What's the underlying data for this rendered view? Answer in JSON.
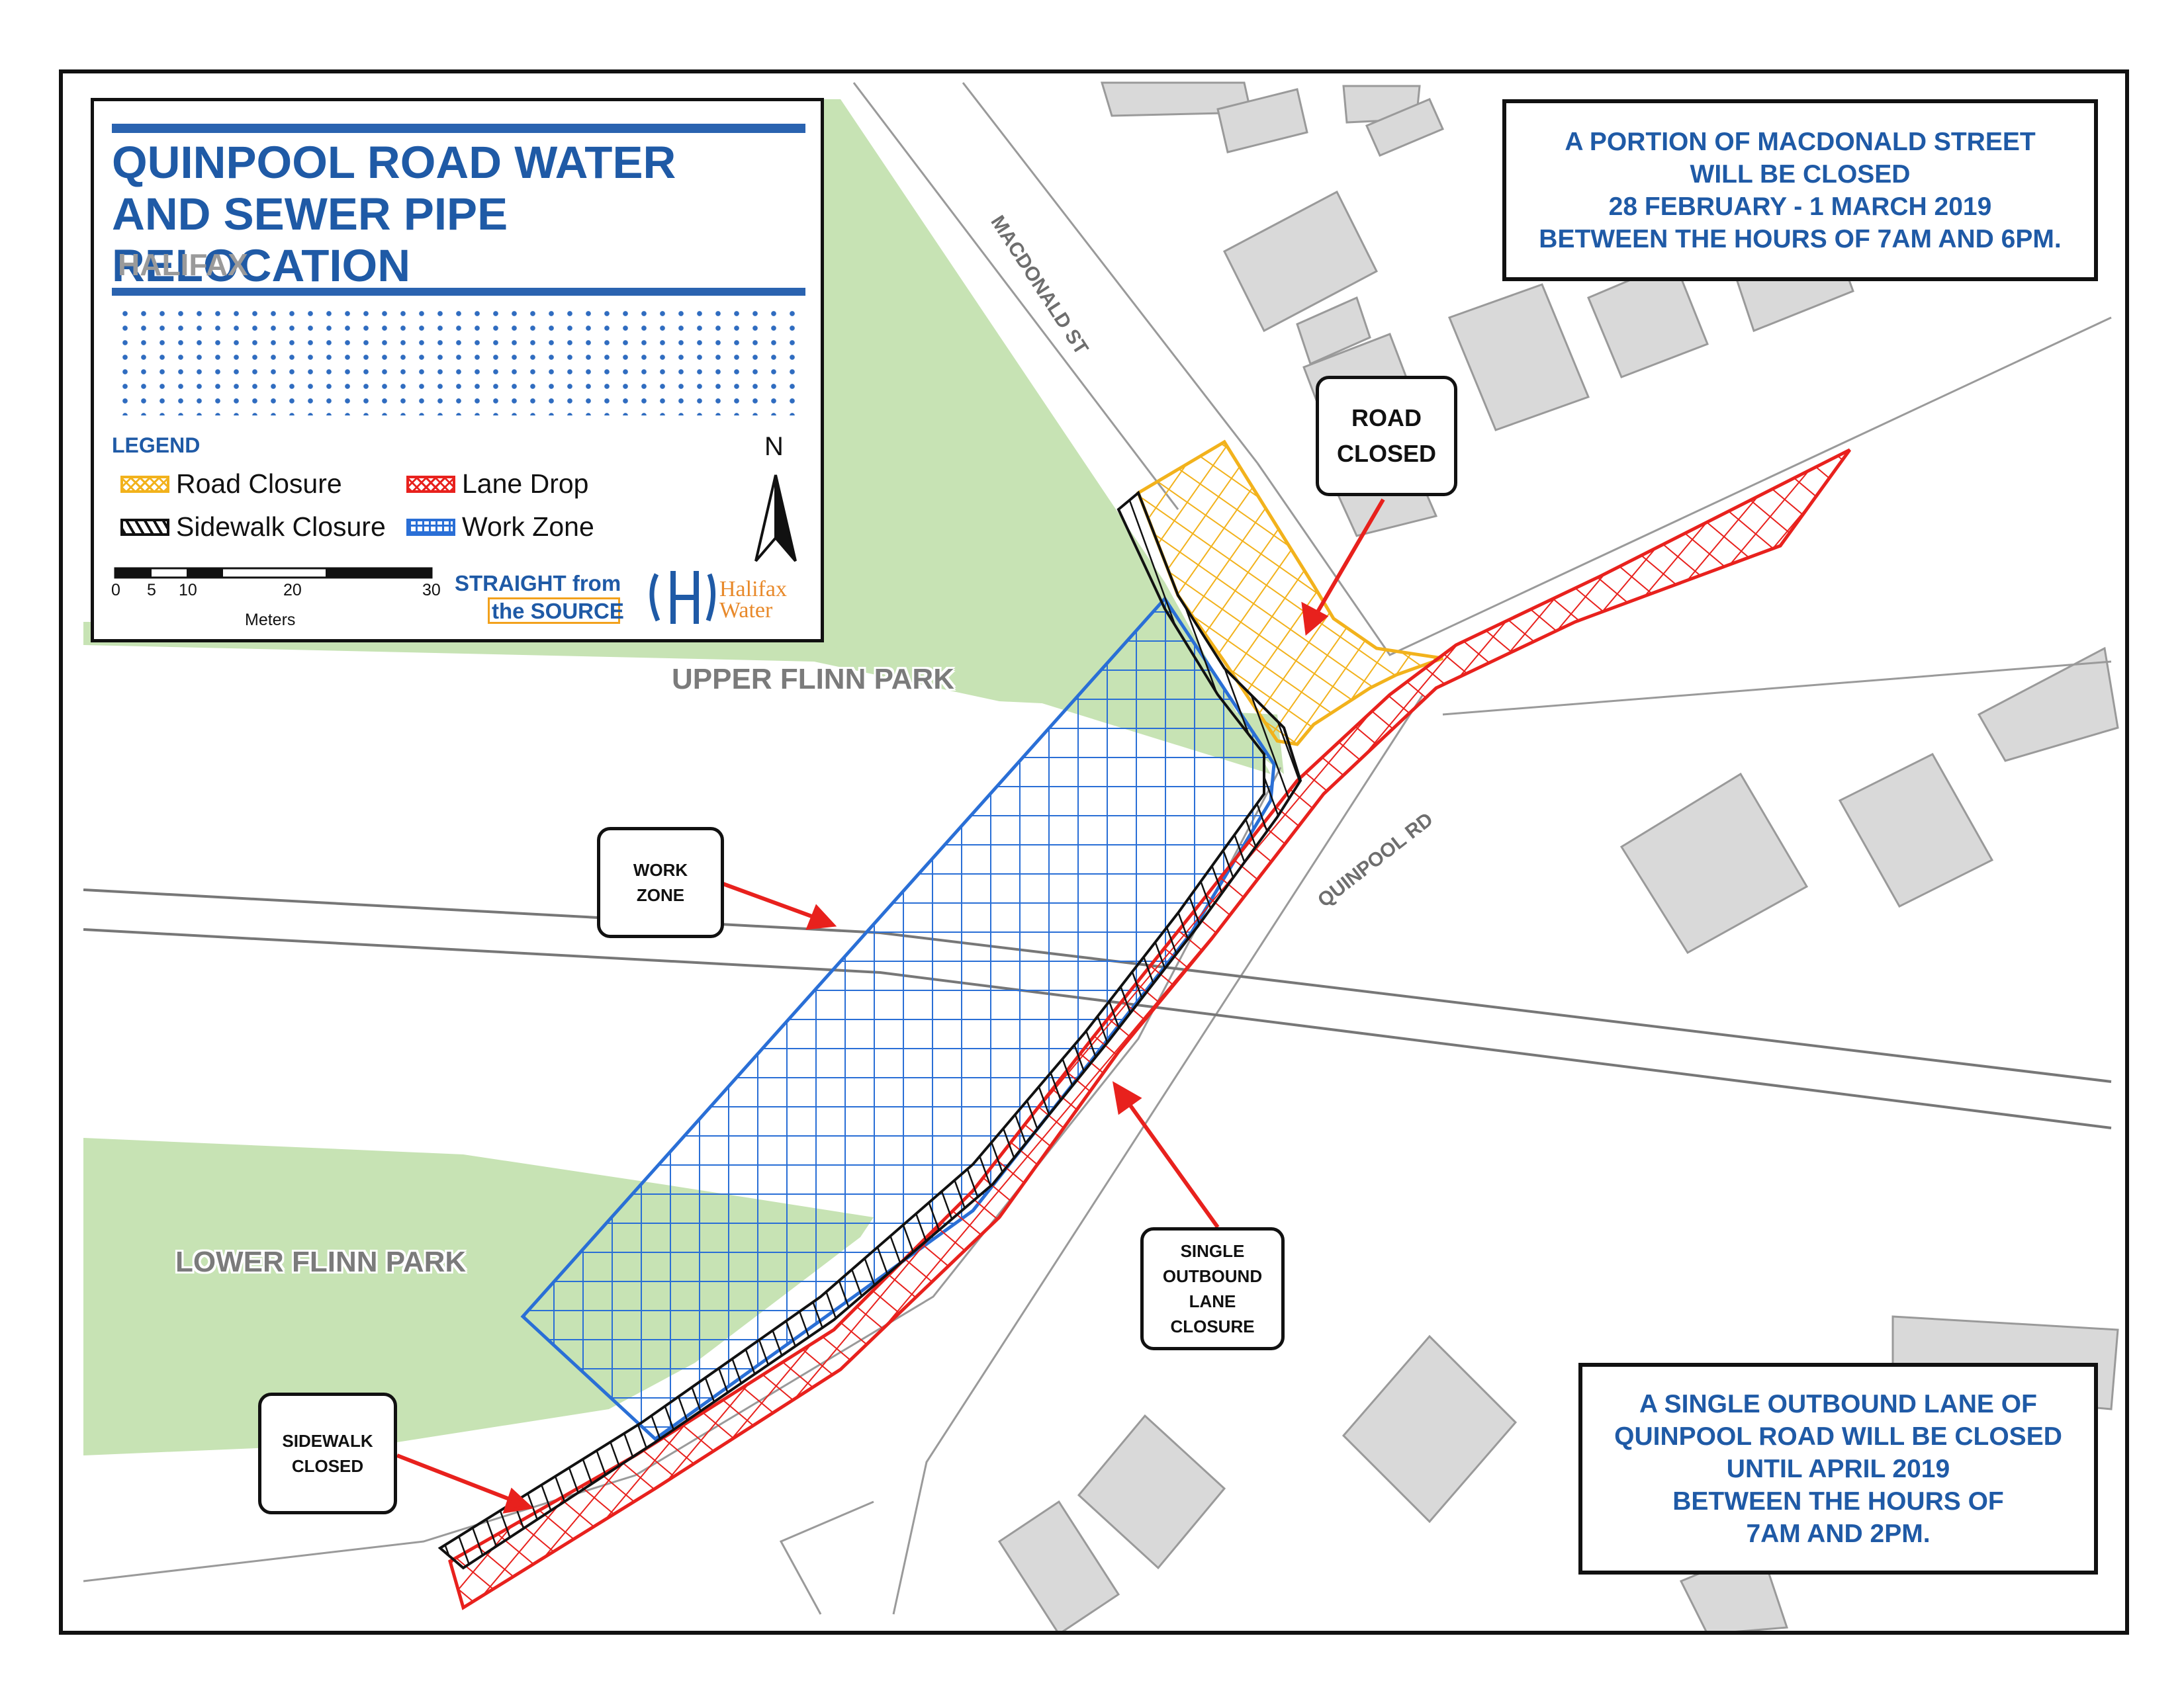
{
  "title_block": {
    "title_line1": "QUINPOOL ROAD WATER",
    "title_line2": "AND SEWER PIPE RELOCATION",
    "subtitle": "HALIFAX"
  },
  "legend": {
    "title": "LEGEND",
    "items": [
      {
        "label": "Road Closure",
        "color": "#f2b21c"
      },
      {
        "label": "Lane Drop",
        "color": "#e8211d"
      },
      {
        "label": "Sidewalk Closure",
        "color": "#111111"
      },
      {
        "label": "Work Zone",
        "color": "#2a6fd6"
      }
    ],
    "north_label": "N",
    "scale": {
      "ticks": [
        "0",
        "5",
        "10",
        "20",
        "30"
      ],
      "unit": "Meters"
    }
  },
  "logos": {
    "straight_line1": "STRAIGHT from",
    "straight_line2": "the SOURCE",
    "halifax_water_line1": "Halifax",
    "halifax_water_line2": "Water"
  },
  "notices": {
    "macdonald": [
      "A PORTION OF MACDONALD STREET",
      "WILL BE CLOSED",
      "28 FEBRUARY - 1 MARCH 2019",
      "BETWEEN THE HOURS OF 7AM AND 6PM."
    ],
    "quinpool": [
      "A SINGLE OUTBOUND LANE OF",
      "QUINPOOL ROAD WILL BE CLOSED",
      "UNTIL APRIL 2019",
      "BETWEEN THE HOURS OF",
      "7AM AND 2PM."
    ]
  },
  "callouts": {
    "road_closed": [
      "ROAD",
      "CLOSED"
    ],
    "work_zone": [
      "WORK",
      "ZONE"
    ],
    "lane_closure": [
      "SINGLE",
      "OUTBOUND",
      "LANE",
      "CLOSURE"
    ],
    "sidewalk_closed": [
      "SIDEWALK",
      "CLOSED"
    ]
  },
  "places": {
    "upper_park": "UPPER FLINN PARK",
    "lower_park": "LOWER FLINN PARK",
    "macdonald_st": "MACDONALD ST",
    "quinpool_rd": "QUINPOOL RD"
  },
  "colors": {
    "park": "#c7e3b4",
    "building": "#d9d9d9",
    "title_blue": "#1f5aa6",
    "road_closure": "#f2b21c",
    "lane_drop": "#e8211d",
    "work_zone": "#2a6fd6",
    "arrow": "#e8211d"
  }
}
